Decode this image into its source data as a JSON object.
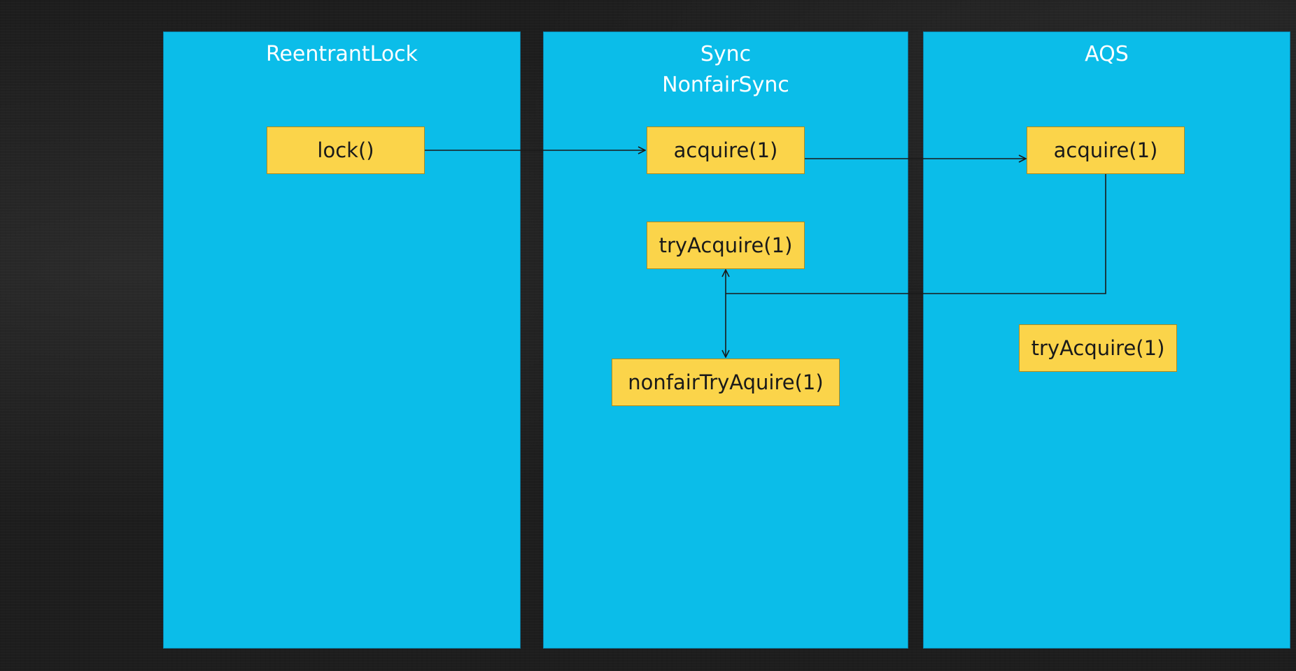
{
  "colors": {
    "panel_fill": "#0bbde9",
    "box_fill": "#fbd44a",
    "line": "#1a1a1a",
    "background": "#1d1d1d"
  },
  "panels": [
    {
      "title": "ReentrantLock"
    },
    {
      "title": "Sync\nNonfairSync"
    },
    {
      "title": "AQS"
    }
  ],
  "boxes": {
    "reentrantlock_lock": "lock()",
    "sync_acquire": "acquire(1)",
    "sync_tryacquire": "tryAcquire(1)",
    "sync_nonfairtryacquire": "nonfairTryAquire(1)",
    "aqs_acquire": "acquire(1)",
    "aqs_tryacquire": "tryAcquire(1)"
  },
  "edges": [
    {
      "from": "reentrantlock_lock",
      "to": "sync_acquire"
    },
    {
      "from": "sync_acquire",
      "to": "aqs_acquire"
    },
    {
      "from": "aqs_acquire",
      "to": "sync_tryacquire"
    },
    {
      "from": "aqs_acquire",
      "to": "sync_nonfairtryacquire"
    }
  ]
}
